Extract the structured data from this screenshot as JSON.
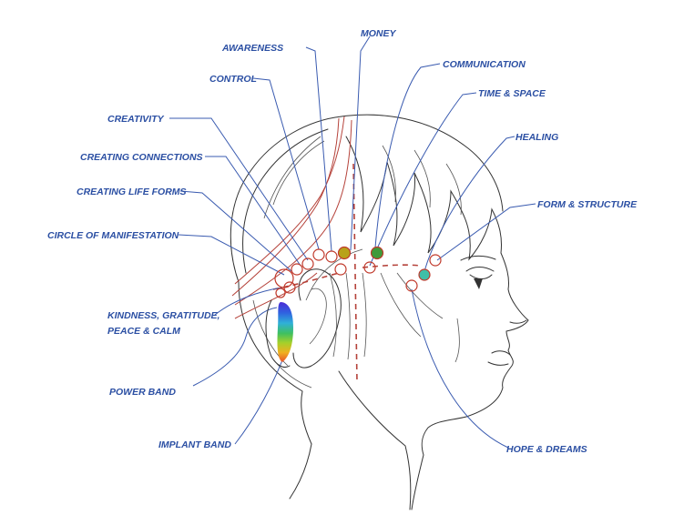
{
  "labels": {
    "awareness": "AWARENESS",
    "money": "MONEY",
    "communication": "COMMUNICATION",
    "control": "CONTROL",
    "time_space": "TIME & SPACE",
    "creativity": "CREATIVITY",
    "healing": "HEALING",
    "creating_connections": "CREATING CONNECTIONS",
    "creating_life_forms": "CREATING LIFE FORMS",
    "form_structure": "FORM & STRUCTURE",
    "circle_manifestation": "CIRCLE OF MANIFESTATION",
    "kindness_line1": "KINDNESS, GRATITUDE,",
    "kindness_line2": "PEACE & CALM",
    "power_band": "POWER BAND",
    "implant_band": "IMPLANT BAND",
    "hope_dreams": "HOPE & DREAMS"
  },
  "colors": {
    "label_text": "#2b4fa3",
    "leader_line": "#3a5bb0",
    "point_ring": "#c0392b",
    "meridian_line": "#b5423a",
    "money_point": "#b8a21a",
    "communication_point": "#3f9a3a",
    "healing_point": "#3fbfa8"
  },
  "implant_band_gradient": [
    "#4b2bd6",
    "#2f63e0",
    "#2fb0d8",
    "#3fc060",
    "#a6d02a",
    "#f0b020",
    "#e8502a"
  ]
}
